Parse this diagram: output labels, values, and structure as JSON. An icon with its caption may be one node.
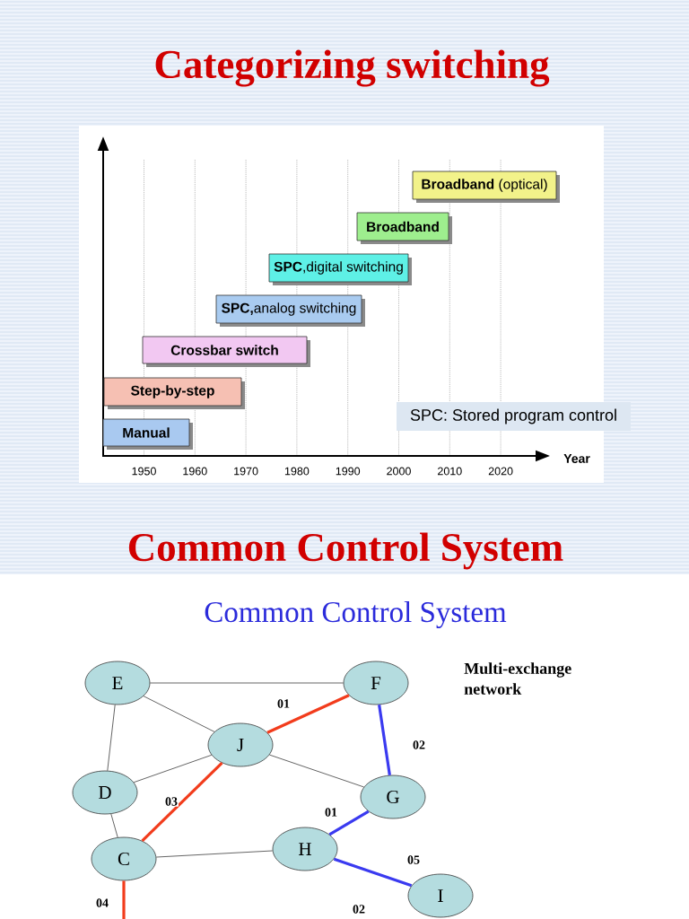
{
  "diagram": {
    "title": "Categorizing switching",
    "nodes": [
      {
        "text": [
          "**Broadband** (optical)"
        ]
      },
      {
        "text": [
          "Broadband"
        ]
      },
      {
        "text": [
          "**SPC**,digital switching"
        ]
      },
      {
        "text": [
          "**SPC,**analog switching"
        ]
      },
      {
        "text": [
          "Crossbar switch"
        ]
      },
      {
        "text": [
          "Step-by-step"
        ]
      },
      {
        "text": [
          "SPC: Stored program control"
        ]
      },
      {
        "text": [
          "Manual"
        ]
      },
      {
        "text": [
          "E"
        ]
      },
      {
        "text": [
          "F"
        ]
      },
      {
        "text": [
          "J"
        ]
      },
      {
        "text": [
          "D"
        ]
      },
      {
        "text": [
          "G"
        ]
      },
      {
        "text": [
          "C"
        ]
      },
      {
        "text": [
          "H"
        ]
      },
      {
        "text": [
          "I"
        ]
      }
    ],
    "edges": [
      {
        "from": 8,
        "to": 9,
        "arrow": "none"
      },
      {
        "from": 8,
        "to": 10,
        "arrow": "none"
      },
      {
        "from": 10,
        "to": 9,
        "arrow": "none",
        "label": "01",
        "style": "thick",
        "color": "#f23c1c"
      },
      {
        "from": 9,
        "to": 12,
        "arrow": "none",
        "label": "02",
        "style": "thick",
        "color": "#3a3af0"
      },
      {
        "from": 8,
        "to": 11,
        "arrow": "none"
      },
      {
        "from": 11,
        "to": 10,
        "arrow": "none"
      },
      {
        "from": 10,
        "to": 12,
        "arrow": "none"
      },
      {
        "from": 10,
        "to": 13,
        "arrow": "none",
        "label": "03",
        "style": "thick",
        "color": "#f23c1c"
      },
      {
        "from": 12,
        "to": 14,
        "arrow": "none",
        "label": "01",
        "style": "thick",
        "color": "#3a3af0"
      },
      {
        "from": 11,
        "to": 13,
        "arrow": "none"
      },
      {
        "from": 13,
        "to": 14,
        "arrow": "none"
      },
      {
        "from": 14,
        "to": 15,
        "arrow": "none",
        "label": "05",
        "style": "thick",
        "color": "#3a3af0"
      },
      {
        "from": 13,
        "to": null,
        "arrow": "none",
        "label": "04",
        "style": "thick",
        "color": "#f23c1c"
      }
    ],
    "labels": [
      "1950",
      "1960",
      "1970",
      "1980",
      "1990",
      "2000",
      "2010",
      "2020",
      "Year",
      "Common Control System",
      "Common Control System",
      "Multi-exchange network",
      "02"
    ]
  }
}
